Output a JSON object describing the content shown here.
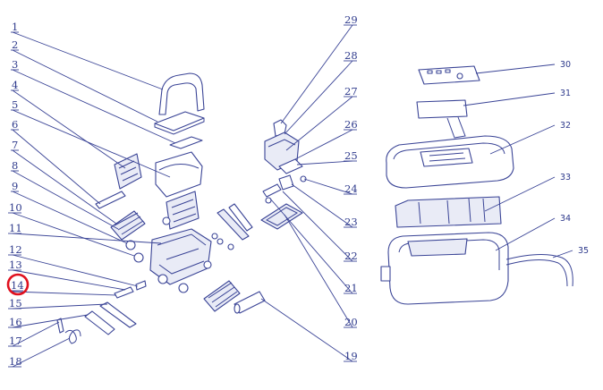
{
  "left_callouts": [
    {
      "label": "1"
    },
    {
      "label": "2"
    },
    {
      "label": "3"
    },
    {
      "label": "4"
    },
    {
      "label": "5"
    },
    {
      "label": "6"
    },
    {
      "label": "7"
    },
    {
      "label": "8"
    },
    {
      "label": "9"
    },
    {
      "label": "10"
    },
    {
      "label": "11"
    },
    {
      "label": "12"
    },
    {
      "label": "13"
    },
    {
      "label": "14"
    },
    {
      "label": "15"
    },
    {
      "label": "16"
    },
    {
      "label": "17"
    },
    {
      "label": "18"
    }
  ],
  "right_callouts": [
    {
      "label": "29"
    },
    {
      "label": "28"
    },
    {
      "label": "27"
    },
    {
      "label": "26"
    },
    {
      "label": "25"
    },
    {
      "label": "24"
    },
    {
      "label": "23"
    },
    {
      "label": "22"
    },
    {
      "label": "21"
    },
    {
      "label": "20"
    },
    {
      "label": "19"
    }
  ],
  "box_callouts": [
    {
      "label": "30"
    },
    {
      "label": "31"
    },
    {
      "label": "32"
    },
    {
      "label": "33"
    },
    {
      "label": "34"
    },
    {
      "label": "35"
    }
  ],
  "highlight": {
    "label": "14",
    "color": "#e0101e"
  },
  "colors": {
    "line": "#3a4496",
    "text": "#2e3a8c",
    "highlight": "#e0101e"
  }
}
